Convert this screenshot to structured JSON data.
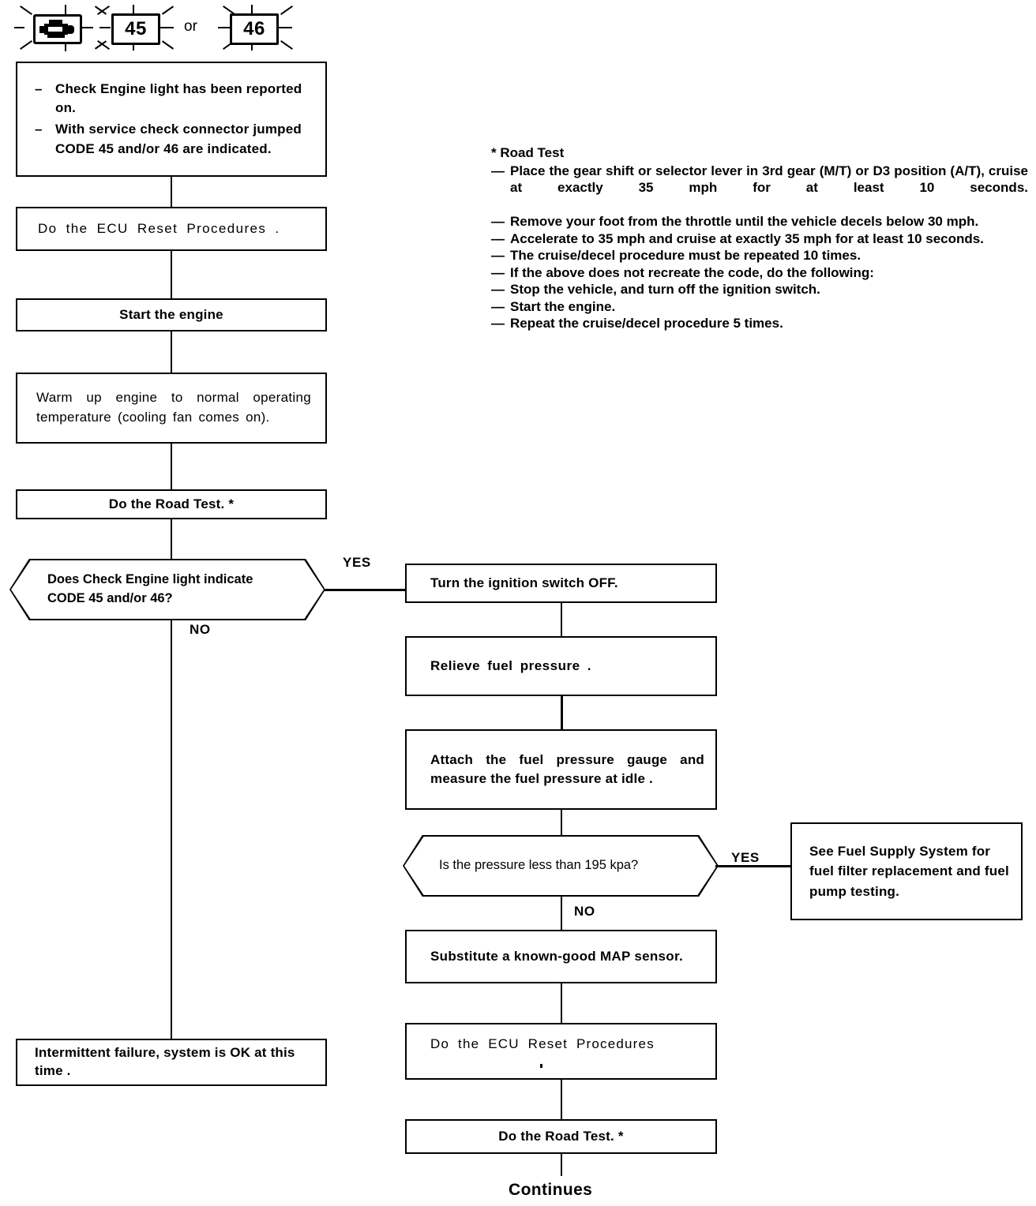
{
  "header": {
    "check_engine_icon": "check-engine-light-icon",
    "code_a": "45",
    "or_label": "or",
    "code_b": "46"
  },
  "left_column": {
    "start_box": {
      "bullets": [
        "Check Engine light has been reported on.",
        "With service check connector jumped CODE 45 and/or 46 are indicated."
      ]
    },
    "steps": [
      "Do  the  ECU  Reset  Procedures .",
      "Start the engine",
      "Warm up engine to normal operating temperature (cooling fan comes on).",
      "Do the Road Test. *"
    ],
    "decision": {
      "question": "Does Check Engine light indicate CODE 45 and/or 46?",
      "yes_label": "YES",
      "no_label": "NO"
    },
    "terminal": "Intermittent failure, system is OK at this time ."
  },
  "right_column": {
    "steps": [
      "Turn the ignition switch OFF.",
      "Relieve   fuel   pressure .",
      "Attach the fuel pressure gauge and measure the fuel pressure at idle .",
      "Substitute a known-good MAP sensor.",
      "Do  the  ECU  Reset  Procedures",
      "Do the Road Test. *"
    ],
    "decision": {
      "question": "Is the pressure less than 195 kpa?",
      "yes_label": "YES",
      "no_label": "NO"
    },
    "referral": "See Fuel Supply System for fuel filter replacement and fuel pump testing.",
    "continues_label": "Continues"
  },
  "road_test_note": {
    "title": "* Road Test",
    "items": [
      "Place the gear shift or selector lever in 3rd gear (M/T) or D3 position (A/T), cruise at exactly 35 mph for at least 10 seconds.",
      "Remove your foot from the throttle until the vehicle decels below 30 mph.",
      "Accelerate to 35 mph and cruise at exactly 35 mph for at least 10 seconds.",
      "The cruise/decel procedure must be repeated 10 times.",
      "If the above does not recreate the code, do the following:",
      "Stop the vehicle, and turn off the ignition switch.",
      "Start the engine.",
      "Repeat the cruise/decel procedure 5 times."
    ],
    "bullet_glyph": "—"
  },
  "colors": {
    "ink": "#000000",
    "paper": "#ffffff"
  }
}
